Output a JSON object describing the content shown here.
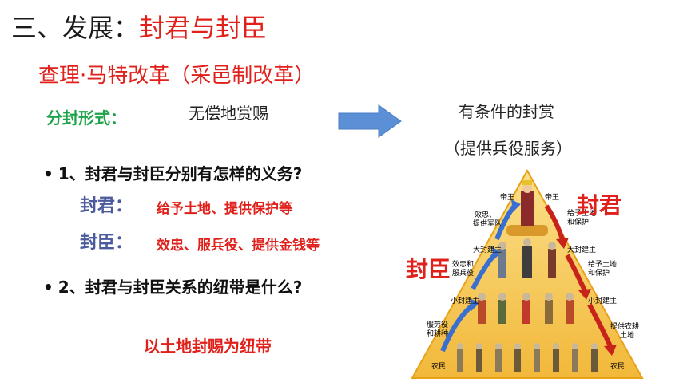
{
  "title": {
    "prefix": "三、发展：",
    "accent": "封君与封臣"
  },
  "subtitle": "查理·马特改革（采邑制改革）",
  "grant": {
    "form_label": "分封形式：",
    "free": "无偿地赏赐",
    "conditional": "有条件的封赏",
    "conditional_note": "（提供兵役服务）"
  },
  "q1": {
    "bullet": "•",
    "text": "1、封君与封臣分别有怎样的义务?",
    "lord_label": "封君：",
    "lord_duty": "给予土地、提供保护等",
    "vassal_label": "封臣：",
    "vassal_duty": "效忠、服兵役、提供金钱等"
  },
  "q2": {
    "bullet": "•",
    "text": "2、封君与封臣关系的纽带是什么?",
    "answer": "以土地封赐为纽带"
  },
  "pyramid": {
    "lord_label": "封君",
    "vassal_label": "封臣",
    "left_labels": [
      "帝王",
      "效忠、\n提供军队",
      "大封建主",
      "效忠和\n服兵役",
      "小封建主",
      "服劳役\n和耕种",
      "农民"
    ],
    "right_labels": [
      "帝王",
      "给予土地\n和保护",
      "大封建主",
      "给予土地\n和保护",
      "小封建主",
      "提供农耕\n土地",
      "农民"
    ],
    "colors": {
      "bg": "#f4c542",
      "edge": "#e8a218",
      "arrow_left": "#3a6fd0",
      "arrow_right": "#c8231a"
    }
  }
}
